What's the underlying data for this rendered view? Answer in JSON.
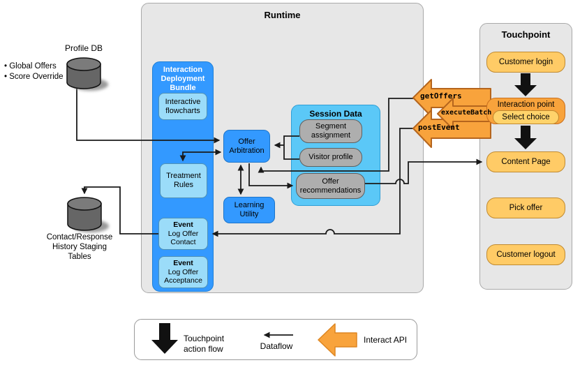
{
  "runtime": {
    "title": "Runtime"
  },
  "touchpoint": {
    "title": "Touchpoint",
    "customer_login": "Customer login",
    "interaction_point": "Interaction point",
    "select_choice": "Select choice",
    "content_page": "Content Page",
    "pick_offer": "Pick offer",
    "customer_logout": "Customer logout"
  },
  "bundle": {
    "title": "Interaction Deployment Bundle",
    "interactive_flowcharts": "Interactive flowcharts",
    "treatment_rules": "Treatment Rules",
    "event_contact": {
      "heading": "Event",
      "body": "Log Offer Contact"
    },
    "event_acceptance": {
      "heading": "Event",
      "body": "Log Offer Acceptance"
    }
  },
  "components": {
    "offer_arbitration": "Offer Arbitration",
    "learning_utility": "Learning Utility"
  },
  "session": {
    "title": "Session Data",
    "segment_assignment": "Segment assignment",
    "visitor_profile": "Visitor profile",
    "offer_recommendations": "Offer recommendations"
  },
  "api": {
    "get_offers": "getOffers",
    "execute_batch": "executeBatch",
    "post_event": "postEvent"
  },
  "profile_db": {
    "label": "Profile DB",
    "bullets": [
      "• Global Offers",
      "• Score Override"
    ]
  },
  "contact_db": {
    "label": "Contact/Response History Staging Tables"
  },
  "legend": {
    "touchpoint_action_flow": "Touchpoint action flow",
    "dataflow": "Dataflow",
    "interact_api": "Interact API"
  },
  "colors": {
    "bundle_blue": "#3399FF",
    "light_blue_box": "#9BDCF9",
    "session_blue": "#5BC8F7",
    "gray_box": "#AEAEAE",
    "container_gray": "#E7E7E7",
    "touchpoint_yellow": "#FFCB66",
    "interaction_orange": "#F8A33C",
    "api_arrow_orange": "#F8A33C",
    "line_black": "#1A1A1A"
  }
}
